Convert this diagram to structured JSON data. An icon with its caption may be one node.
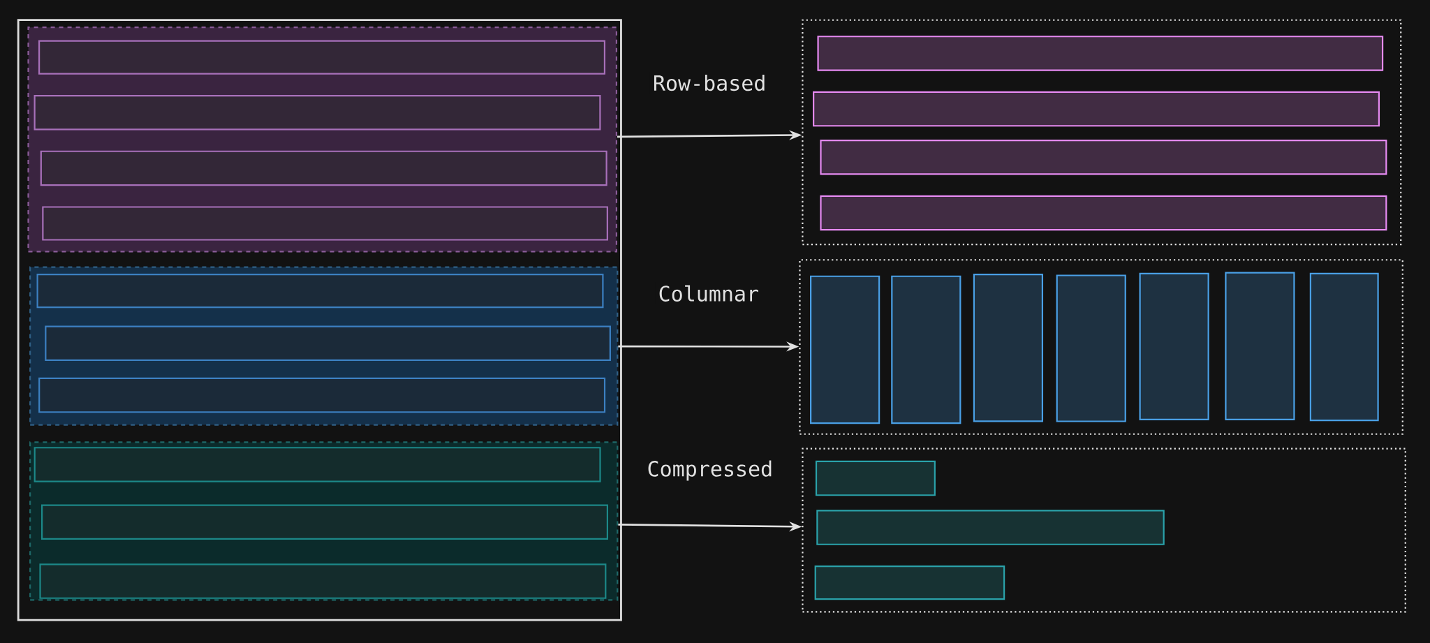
{
  "diagram": {
    "nodes": [
      {
        "text": [],
        "shape": "box"
      },
      {
        "text": [],
        "shape": "box",
        "in": 0
      },
      {
        "text": [],
        "shape": "bar",
        "in": 1
      },
      {
        "text": [],
        "shape": "bar",
        "in": 1
      },
      {
        "text": [],
        "shape": "bar",
        "in": 1
      },
      {
        "text": [],
        "shape": "bar",
        "in": 1
      },
      {
        "text": [],
        "shape": "box",
        "in": 0
      },
      {
        "text": [],
        "shape": "bar",
        "in": 6
      },
      {
        "text": [],
        "shape": "bar",
        "in": 6
      },
      {
        "text": [],
        "shape": "bar",
        "in": 6
      },
      {
        "text": [],
        "shape": "box",
        "in": 0
      },
      {
        "text": [],
        "shape": "bar",
        "in": 10
      },
      {
        "text": [],
        "shape": "bar",
        "in": 10
      },
      {
        "text": [],
        "shape": "bar",
        "in": 10
      },
      {
        "text": [],
        "shape": "box"
      },
      {
        "text": [],
        "shape": "bar",
        "in": 14
      },
      {
        "text": [],
        "shape": "bar",
        "in": 14
      },
      {
        "text": [],
        "shape": "bar",
        "in": 14
      },
      {
        "text": [],
        "shape": "bar",
        "in": 14
      },
      {
        "text": [],
        "shape": "box"
      },
      {
        "text": [],
        "shape": "bar",
        "in": 19
      },
      {
        "text": [],
        "shape": "bar",
        "in": 19
      },
      {
        "text": [],
        "shape": "bar",
        "in": 19
      },
      {
        "text": [],
        "shape": "bar",
        "in": 19
      },
      {
        "text": [],
        "shape": "bar",
        "in": 19
      },
      {
        "text": [],
        "shape": "bar",
        "in": 19
      },
      {
        "text": [],
        "shape": "bar",
        "in": 19
      },
      {
        "text": [],
        "shape": "box"
      },
      {
        "text": [],
        "shape": "bar",
        "in": 27
      },
      {
        "text": [],
        "shape": "bar",
        "in": 27
      },
      {
        "text": [],
        "shape": "bar",
        "in": 27
      }
    ],
    "edges": [
      {
        "from": 1,
        "to": 14,
        "arrow": "to",
        "label": "Row-based"
      },
      {
        "from": 6,
        "to": 19,
        "arrow": "to",
        "label": "Columnar"
      },
      {
        "from": 10,
        "to": 27,
        "arrow": "to",
        "label": "Compressed"
      }
    ]
  }
}
